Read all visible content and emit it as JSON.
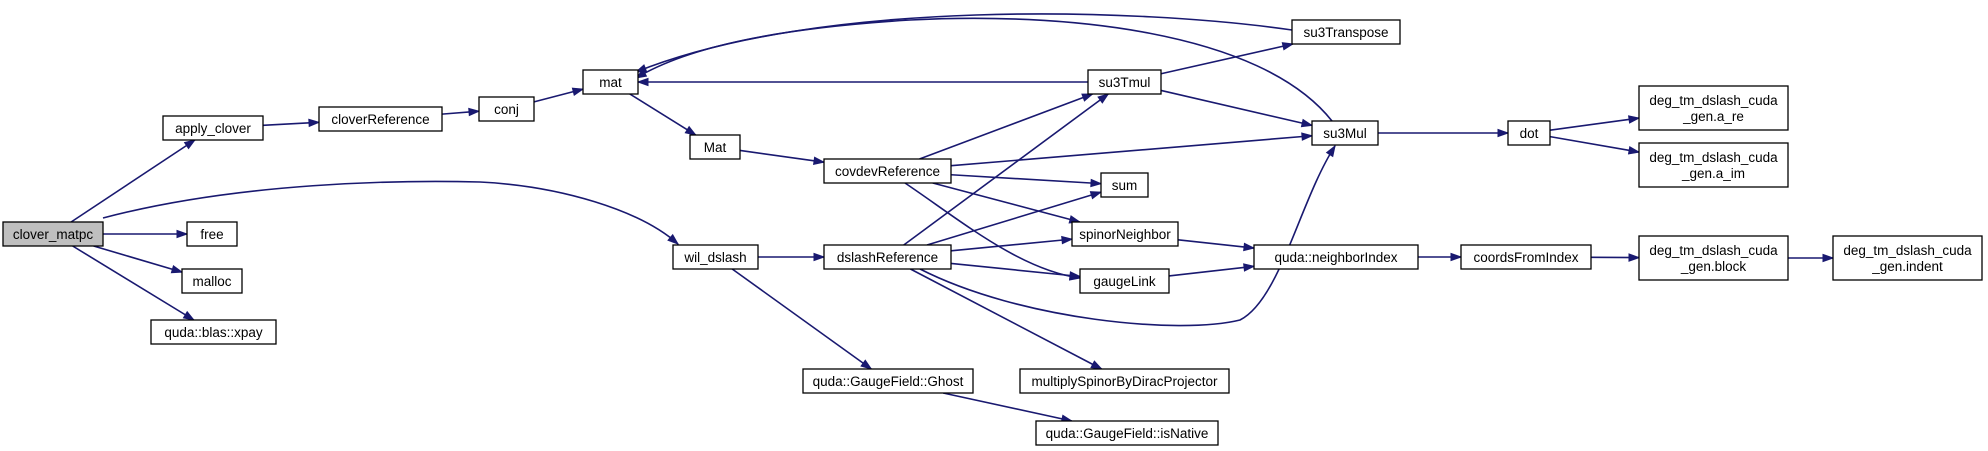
{
  "graph": {
    "colors": {
      "edge": "#191970",
      "root_fill": "#bfbfbf",
      "node_fill": "#ffffff",
      "border": "#000000"
    },
    "nodes": {
      "clover_matpc": {
        "lines": [
          "clover_matpc"
        ],
        "root": true
      },
      "apply_clover": {
        "lines": [
          "apply_clover"
        ]
      },
      "free": {
        "lines": [
          "free"
        ]
      },
      "malloc": {
        "lines": [
          "malloc"
        ]
      },
      "xpay": {
        "lines": [
          "quda::blas::xpay"
        ]
      },
      "cloverReference": {
        "lines": [
          "cloverReference"
        ]
      },
      "conj": {
        "lines": [
          "conj"
        ]
      },
      "mat": {
        "lines": [
          "mat"
        ]
      },
      "Mat": {
        "lines": [
          "Mat"
        ]
      },
      "covdevReference": {
        "lines": [
          "covdevReference"
        ]
      },
      "wil_dslash": {
        "lines": [
          "wil_dslash"
        ]
      },
      "dslashReference": {
        "lines": [
          "dslashReference"
        ]
      },
      "ghost": {
        "lines": [
          "quda::GaugeField::Ghost"
        ]
      },
      "isNative": {
        "lines": [
          "quda::GaugeField::isNative"
        ]
      },
      "su3Tmul": {
        "lines": [
          "su3Tmul"
        ]
      },
      "su3Transpose": {
        "lines": [
          "su3Transpose"
        ]
      },
      "sum": {
        "lines": [
          "sum"
        ]
      },
      "spinorNeighbor": {
        "lines": [
          "spinorNeighbor"
        ]
      },
      "gaugeLink": {
        "lines": [
          "gaugeLink"
        ]
      },
      "multiplySpinor": {
        "lines": [
          "multiplySpinorByDiracProjector"
        ]
      },
      "su3Mul": {
        "lines": [
          "su3Mul"
        ]
      },
      "neighborIndex": {
        "lines": [
          "quda::neighborIndex"
        ]
      },
      "coordsFromIndex": {
        "lines": [
          "coordsFromIndex"
        ]
      },
      "dot": {
        "lines": [
          "dot"
        ]
      },
      "a_re": {
        "lines": [
          "deg_tm_dslash_cuda",
          "_gen.a_re"
        ]
      },
      "a_im": {
        "lines": [
          "deg_tm_dslash_cuda",
          "_gen.a_im"
        ]
      },
      "block": {
        "lines": [
          "deg_tm_dslash_cuda",
          "_gen.block"
        ]
      },
      "indent": {
        "lines": [
          "deg_tm_dslash_cuda",
          "_gen.indent"
        ]
      }
    },
    "edges": [
      {
        "from": "clover_matpc",
        "to": "apply_clover"
      },
      {
        "from": "clover_matpc",
        "to": "free"
      },
      {
        "from": "clover_matpc",
        "to": "malloc"
      },
      {
        "from": "clover_matpc",
        "to": "xpay"
      },
      {
        "from": "clover_matpc",
        "to": "wil_dslash"
      },
      {
        "from": "apply_clover",
        "to": "cloverReference"
      },
      {
        "from": "cloverReference",
        "to": "conj"
      },
      {
        "from": "conj",
        "to": "mat"
      },
      {
        "from": "mat",
        "to": "Mat"
      },
      {
        "from": "Mat",
        "to": "covdevReference"
      },
      {
        "from": "covdevReference",
        "to": "su3Tmul"
      },
      {
        "from": "covdevReference",
        "to": "su3Mul"
      },
      {
        "from": "covdevReference",
        "to": "sum"
      },
      {
        "from": "covdevReference",
        "to": "spinorNeighbor"
      },
      {
        "from": "covdevReference",
        "to": "gaugeLink"
      },
      {
        "from": "wil_dslash",
        "to": "dslashReference"
      },
      {
        "from": "wil_dslash",
        "to": "ghost"
      },
      {
        "from": "ghost",
        "to": "isNative"
      },
      {
        "from": "dslashReference",
        "to": "su3Tmul"
      },
      {
        "from": "dslashReference",
        "to": "sum"
      },
      {
        "from": "dslashReference",
        "to": "spinorNeighbor"
      },
      {
        "from": "dslashReference",
        "to": "gaugeLink"
      },
      {
        "from": "dslashReference",
        "to": "multiplySpinor"
      },
      {
        "from": "dslashReference",
        "to": "su3Mul"
      },
      {
        "from": "su3Tmul",
        "to": "mat"
      },
      {
        "from": "su3Tmul",
        "to": "su3Transpose"
      },
      {
        "from": "su3Tmul",
        "to": "su3Mul"
      },
      {
        "from": "su3Transpose",
        "to": "mat"
      },
      {
        "from": "su3Mul",
        "to": "mat"
      },
      {
        "from": "su3Mul",
        "to": "dot"
      },
      {
        "from": "dot",
        "to": "a_re"
      },
      {
        "from": "dot",
        "to": "a_im"
      },
      {
        "from": "spinorNeighbor",
        "to": "neighborIndex"
      },
      {
        "from": "gaugeLink",
        "to": "neighborIndex"
      },
      {
        "from": "neighborIndex",
        "to": "coordsFromIndex"
      },
      {
        "from": "coordsFromIndex",
        "to": "block"
      },
      {
        "from": "block",
        "to": "indent"
      }
    ]
  }
}
